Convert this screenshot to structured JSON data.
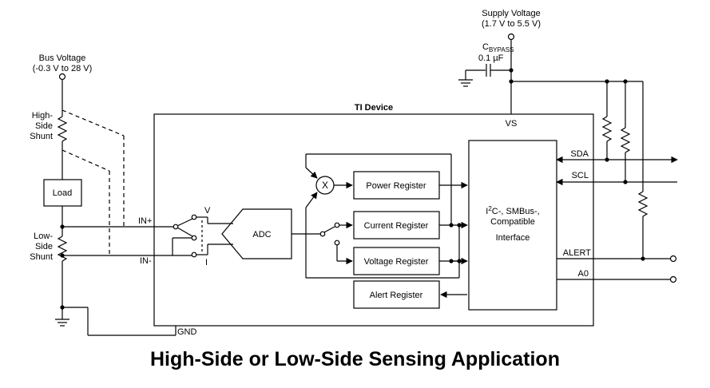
{
  "title": "High-Side or Low-Side Sensing Application",
  "supply": {
    "label": "Supply Voltage",
    "range": "(1.7 V to 5.5 V)"
  },
  "bus": {
    "label": "Bus Voltage",
    "range": "(-0.3 V to 28 V)"
  },
  "cbypass": {
    "c": "C",
    "sub": "BYPASS",
    "value": "0.1 µF"
  },
  "high_shunt": [
    "High-",
    "Side",
    "Shunt"
  ],
  "low_shunt": [
    "Low-",
    "Side",
    "Shunt"
  ],
  "load_label": "Load",
  "device_label": "TI Device",
  "vs_label": "VS",
  "gnd_label": "GND",
  "in_plus": "IN+",
  "in_minus": "IN-",
  "mux": {
    "v": "V",
    "i": "I"
  },
  "adc_label": "ADC",
  "multiplier": "X",
  "registers": {
    "power": "Power Register",
    "current": "Current Register",
    "voltage": "Voltage Register",
    "alert": "Alert Register"
  },
  "interface": {
    "line1_pre": "I",
    "line1_sup": "2",
    "line1_post": "C-, SMBus-,",
    "line2": "Compatible",
    "line3": "Interface"
  },
  "pins": {
    "sda": "SDA",
    "scl": "SCL",
    "alert": "ALERT",
    "a0": "A0"
  }
}
